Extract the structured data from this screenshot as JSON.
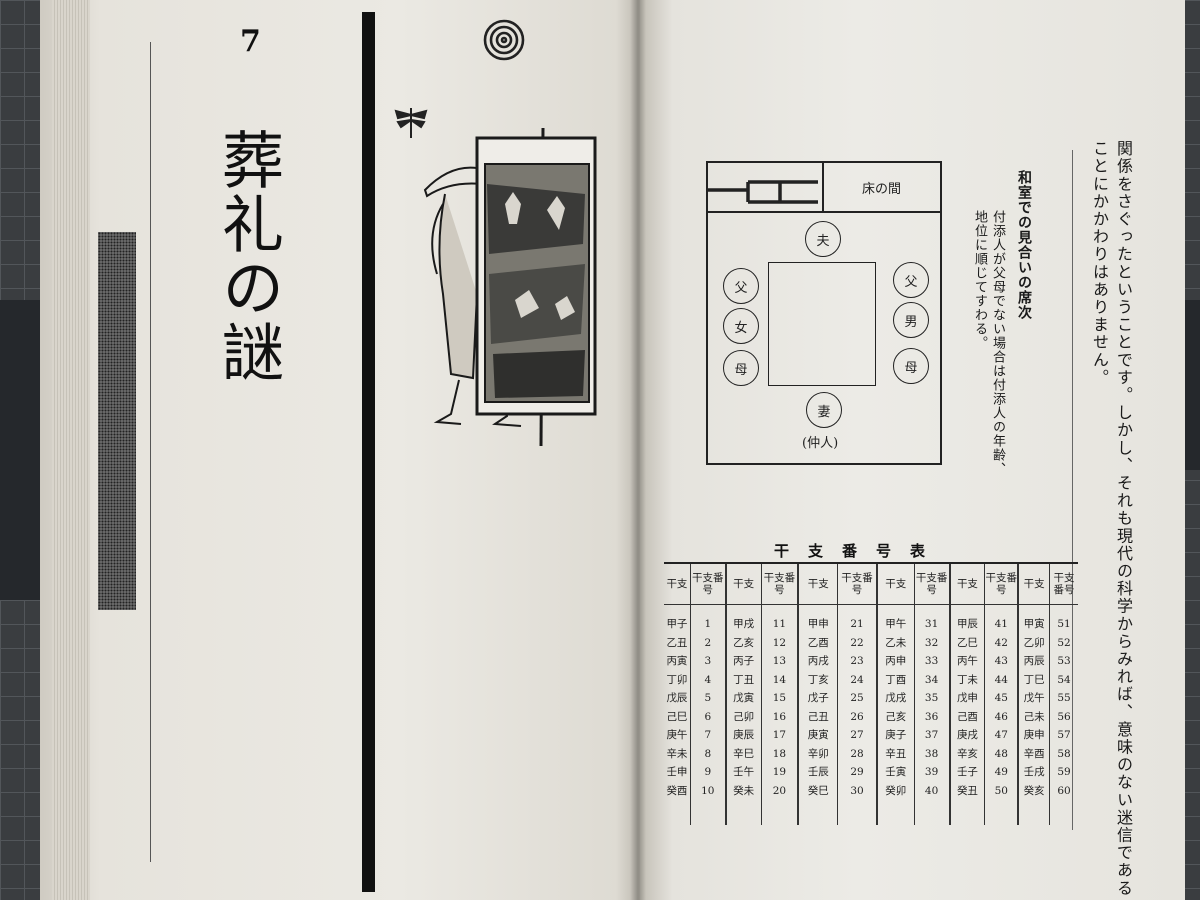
{
  "left_page": {
    "chapter_number": "7",
    "chapter_title": "葬礼の謎"
  },
  "right_page": {
    "body_text_lines": [
      "関係をさぐったということです。しかし、それも現代の科学からみれば、意味のない迷信である",
      "ことにかかわりはありません。"
    ],
    "diagram": {
      "title": "和室での見合いの席次",
      "caption_lines": [
        "付添人が父母でない場合は付添人の年齢、",
        "地位に順じてすわる。"
      ],
      "alcove_label": "床の間",
      "seats": {
        "top": "夫",
        "left": [
          "父",
          "女",
          "母"
        ],
        "right": [
          "父",
          "男",
          "母"
        ],
        "bottom": "妻"
      },
      "bottom_label": "(仲人)"
    },
    "table": {
      "title": "干　支　番　号　表",
      "header_eto": "干支",
      "header_number": "干支番号",
      "groups": [
        {
          "eto": [
            "甲子",
            "乙丑",
            "丙寅",
            "丁卯",
            "戊辰",
            "己巳",
            "庚午",
            "辛未",
            "壬申",
            "癸酉"
          ],
          "numbers": [
            "1",
            "2",
            "3",
            "4",
            "5",
            "6",
            "7",
            "8",
            "9",
            "10"
          ]
        },
        {
          "eto": [
            "甲戌",
            "乙亥",
            "丙子",
            "丁丑",
            "戊寅",
            "己卯",
            "庚辰",
            "辛巳",
            "壬午",
            "癸未"
          ],
          "numbers": [
            "11",
            "12",
            "13",
            "14",
            "15",
            "16",
            "17",
            "18",
            "19",
            "20"
          ]
        },
        {
          "eto": [
            "甲申",
            "乙酉",
            "丙戌",
            "丁亥",
            "戊子",
            "己丑",
            "庚寅",
            "辛卯",
            "壬辰",
            "癸巳"
          ],
          "numbers": [
            "21",
            "22",
            "23",
            "24",
            "25",
            "26",
            "27",
            "28",
            "29",
            "30"
          ]
        },
        {
          "eto": [
            "甲午",
            "乙未",
            "丙申",
            "丁酉",
            "戊戌",
            "己亥",
            "庚子",
            "辛丑",
            "壬寅",
            "癸卯"
          ],
          "numbers": [
            "31",
            "32",
            "33",
            "34",
            "35",
            "36",
            "37",
            "38",
            "39",
            "40"
          ]
        },
        {
          "eto": [
            "甲辰",
            "乙巳",
            "丙午",
            "丁未",
            "戊申",
            "己酉",
            "庚戌",
            "辛亥",
            "壬子",
            "癸丑"
          ],
          "numbers": [
            "41",
            "42",
            "43",
            "44",
            "45",
            "46",
            "47",
            "48",
            "49",
            "50"
          ]
        },
        {
          "eto": [
            "甲寅",
            "乙卯",
            "丙辰",
            "丁巳",
            "戊午",
            "己未",
            "庚申",
            "辛酉",
            "壬戌",
            "癸亥"
          ],
          "numbers": [
            "51",
            "52",
            "53",
            "54",
            "55",
            "56",
            "57",
            "58",
            "59",
            "60"
          ]
        }
      ]
    }
  }
}
